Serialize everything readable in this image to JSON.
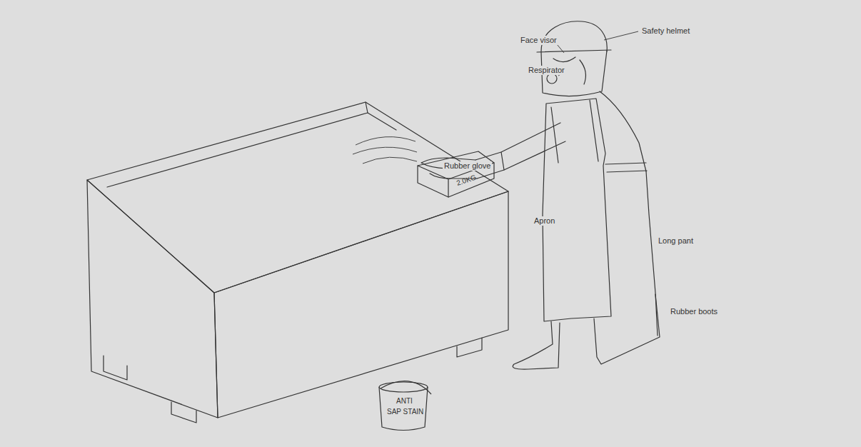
{
  "diagram": {
    "labels": [
      "Face visor",
      "Safety helmet",
      "Respirator",
      "Rubber glove",
      "2.0KG",
      "Apron",
      "Long pant",
      "Rubber boots",
      "ANTI",
      "SAP STAIN"
    ]
  }
}
